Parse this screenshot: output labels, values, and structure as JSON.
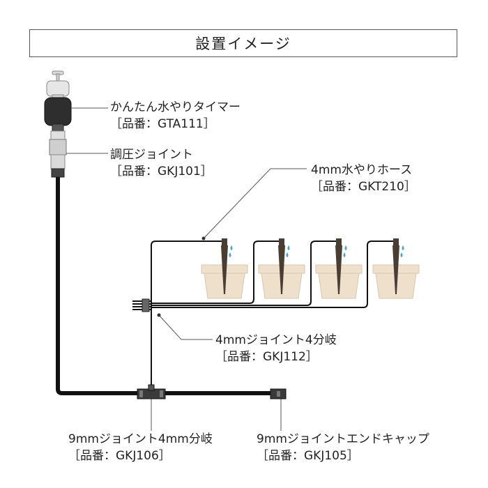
{
  "title": "設置イメージ",
  "labels": {
    "timer": {
      "name": "かんたん水やりタイマー",
      "code": "［品番：GTA111］"
    },
    "regulator": {
      "name": "調圧ジョイント",
      "code": "［品番：GKJ101］"
    },
    "hose": {
      "name": "4mm水やりホース",
      "code": "［品番：GKT210］"
    },
    "splitter4": {
      "name": "4mmジョイント4分岐",
      "code": "［品番：GKJ112］"
    },
    "branch9to4": {
      "name": "9mmジョイント4mm分岐",
      "code": "［品番：GKJ106］"
    },
    "endcap": {
      "name": "9mmジョイントエンドキャップ",
      "code": "［品番：GKJ105］"
    }
  },
  "colors": {
    "hose": "#111111",
    "pot": "#efe0cc",
    "stake": "#4a3e33",
    "drop": "#3aa6dd",
    "leader": "#555555"
  }
}
